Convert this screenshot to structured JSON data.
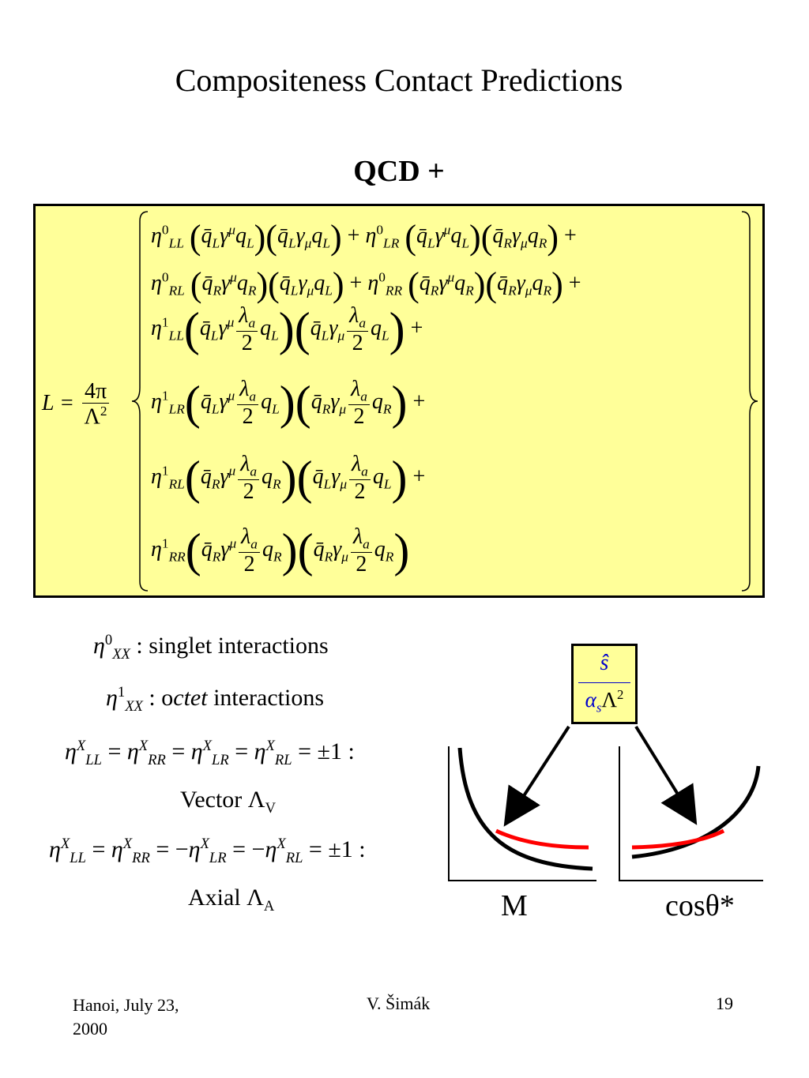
{
  "slide": {
    "title": "Compositeness Contact Predictions",
    "subtitle": "QCD +"
  },
  "formula": {
    "lhs": "L =",
    "prefactor_num": "4π",
    "prefactor_den": "Λ",
    "prefactor_den_exp": "2",
    "rows": [
      {
        "coef": "η",
        "sup": "0",
        "sub": "LL",
        "t1a": "q̄",
        "t1a_sub": "L",
        "g1": "γ",
        "g1_sup": "μ",
        "t1b": "q",
        "t1b_sub": "L",
        "t2a": "q̄",
        "t2a_sub": "L",
        "g2": "γ",
        "g2_sub": "μ",
        "t2b": "q",
        "t2b_sub": "L",
        "sep": "+",
        "coef2": "η",
        "sup2": "0",
        "sub2": "LR",
        "u1a": "q̄",
        "u1a_sub": "L",
        "u1b": "q",
        "u1b_sub": "L",
        "u2a": "q̄",
        "u2a_sub": "R",
        "u2b": "q",
        "u2b_sub": "R",
        "end": "+"
      },
      {
        "coef": "η",
        "sup": "0",
        "sub": "RL",
        "t1a": "q̄",
        "t1a_sub": "R",
        "g1": "γ",
        "g1_sup": "μ",
        "t1b": "q",
        "t1b_sub": "R",
        "t2a": "q̄",
        "t2a_sub": "L",
        "g2": "γ",
        "g2_sub": "μ",
        "t2b": "q",
        "t2b_sub": "L",
        "sep": "+",
        "coef2": "η",
        "sup2": "0",
        "sub2": "RR",
        "u1a": "q̄",
        "u1a_sub": "R",
        "u1b": "q",
        "u1b_sub": "R",
        "u2a": "q̄",
        "u2a_sub": "R",
        "u2b": "q",
        "u2b_sub": "R",
        "end": "+"
      }
    ],
    "octet_rows": [
      {
        "sup": "1",
        "sub": "LL",
        "a": "L",
        "b": "L",
        "c": "L",
        "d": "L",
        "end": "+"
      },
      {
        "sup": "1",
        "sub": "LR",
        "a": "L",
        "b": "L",
        "c": "R",
        "d": "R",
        "end": "+"
      },
      {
        "sup": "1",
        "sub": "RL",
        "a": "R",
        "b": "R",
        "c": "L",
        "d": "L",
        "end": "+"
      },
      {
        "sup": "1",
        "sub": "RR",
        "a": "R",
        "b": "R",
        "c": "R",
        "d": "R",
        "end": ""
      }
    ],
    "lambda": "λ",
    "lambda_sub": "a",
    "two": "2"
  },
  "legend": {
    "singlet_sup": "0",
    "singlet_sub": "XX",
    "singlet_text": ": singlet interactions",
    "octet_sup": "1",
    "octet_sub": "XX",
    "octet_prefix": ": o",
    "octet_italic": "ctet",
    "octet_text": " interactions",
    "vector_eq": "= ±1 :",
    "vector_label": "Vector Λ",
    "vector_sub": "V",
    "axial_eq": "= ±1 :",
    "axial_label": "Axial Λ",
    "axial_sub": "A",
    "eta": "η",
    "X": "X",
    "eq": "=",
    "minus_eq": "= −"
  },
  "diagram": {
    "frac_num": "ŝ",
    "frac_den_alpha": "α",
    "frac_den_sub": "s",
    "frac_den_lambda": "Λ",
    "frac_den_exp": "2",
    "label_left": "M",
    "label_right": "cosθ*",
    "colors": {
      "curve": "#000000",
      "highlight": "#ff0000",
      "box": "#ffff99",
      "math_blue": "#0000cc"
    }
  },
  "footer": {
    "left_line1": "Hanoi, July 23,",
    "left_line2": "2000",
    "center": "V. Šimák",
    "page": "19"
  }
}
